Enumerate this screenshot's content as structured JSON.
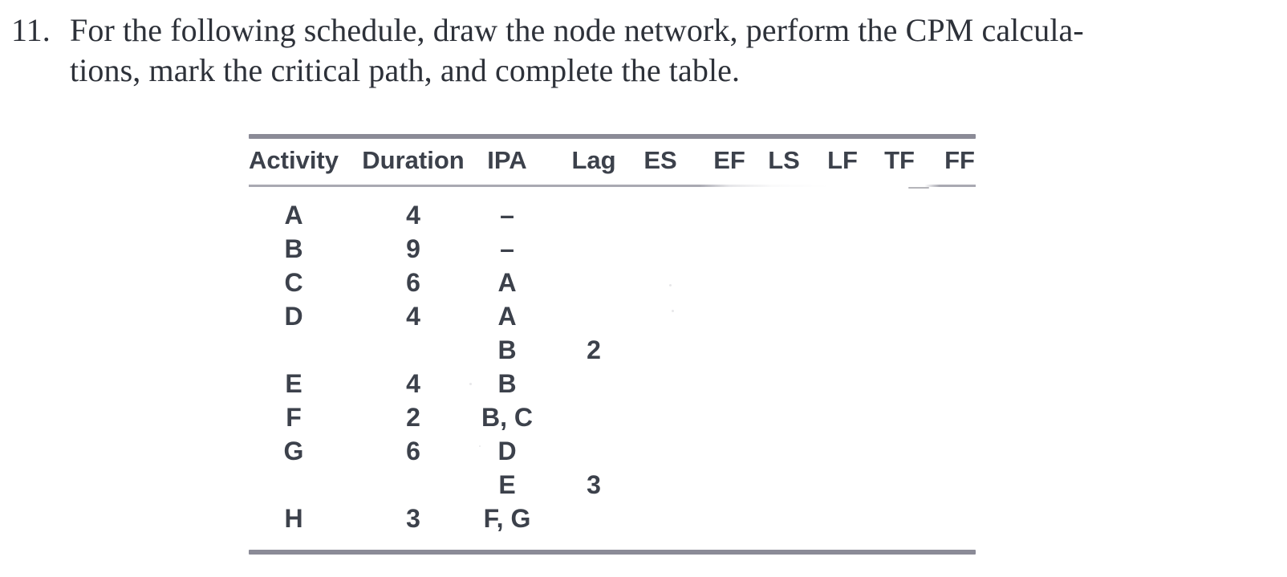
{
  "question": {
    "number": "11.",
    "line1": "For the following schedule, draw the node network, perform the CPM calcula-",
    "line2": "tions, mark the critical path, and complete the table."
  },
  "table": {
    "headers": [
      "Activity",
      "Duration",
      "IPA",
      "Lag",
      "ES",
      "EF",
      "LS",
      "LF",
      "TF",
      "FF"
    ],
    "rows": [
      {
        "activity": "A",
        "duration": "4",
        "ipa": "–",
        "lag": "",
        "es": "",
        "ef": "",
        "ls": "",
        "lf": "",
        "tf": "",
        "ff": ""
      },
      {
        "activity": "B",
        "duration": "9",
        "ipa": "–",
        "lag": "",
        "es": "",
        "ef": "",
        "ls": "",
        "lf": "",
        "tf": "",
        "ff": ""
      },
      {
        "activity": "C",
        "duration": "6",
        "ipa": "A",
        "lag": "",
        "es": "",
        "ef": "",
        "ls": "",
        "lf": "",
        "tf": "",
        "ff": ""
      },
      {
        "activity": "D",
        "duration": "4",
        "ipa": "A",
        "lag": "",
        "es": "",
        "ef": "",
        "ls": "",
        "lf": "",
        "tf": "",
        "ff": ""
      },
      {
        "activity": "",
        "duration": "",
        "ipa": "B",
        "lag": "2",
        "es": "",
        "ef": "",
        "ls": "",
        "lf": "",
        "tf": "",
        "ff": ""
      },
      {
        "activity": "E",
        "duration": "4",
        "ipa": "B",
        "lag": "",
        "es": "",
        "ef": "",
        "ls": "",
        "lf": "",
        "tf": "",
        "ff": ""
      },
      {
        "activity": "F",
        "duration": "2",
        "ipa": "B, C",
        "lag": "",
        "es": "",
        "ef": "",
        "ls": "",
        "lf": "",
        "tf": "",
        "ff": ""
      },
      {
        "activity": "G",
        "duration": "6",
        "ipa": "D",
        "lag": "",
        "es": "",
        "ef": "",
        "ls": "",
        "lf": "",
        "tf": "",
        "ff": ""
      },
      {
        "activity": "",
        "duration": "",
        "ipa": "E",
        "lag": "3",
        "es": "",
        "ef": "",
        "ls": "",
        "lf": "",
        "tf": "",
        "ff": ""
      },
      {
        "activity": "H",
        "duration": "3",
        "ipa": "F, G",
        "lag": "",
        "es": "",
        "ef": "",
        "ls": "",
        "lf": "",
        "tf": "",
        "ff": ""
      }
    ]
  },
  "colors": {
    "text": "#3c414b",
    "question_text": "#2d3139",
    "rule_heavy": "#8b8b97",
    "rule_light": "#a9a9b2",
    "background": "#ffffff"
  }
}
